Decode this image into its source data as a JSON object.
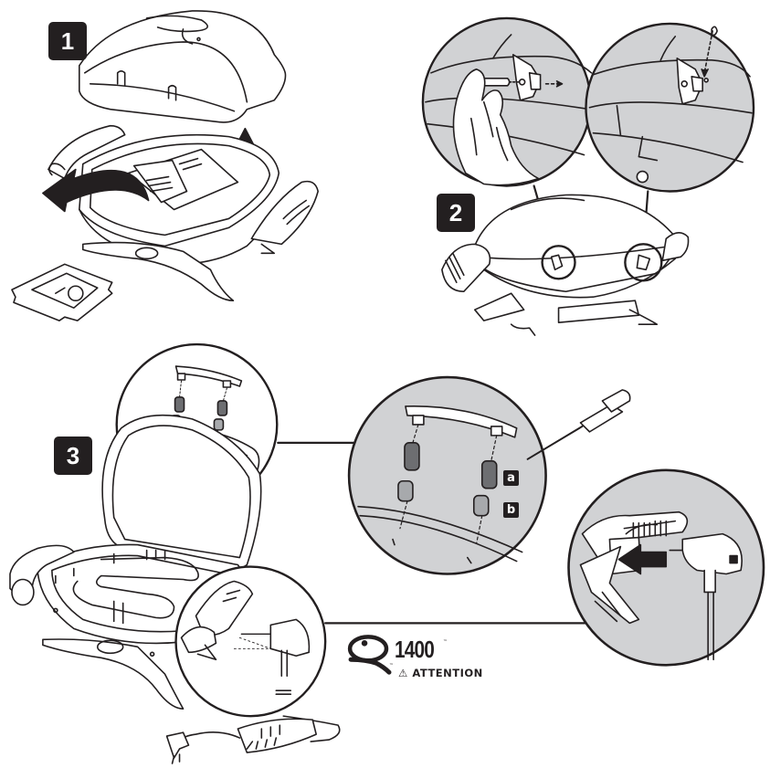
{
  "steps": [
    {
      "number": "1"
    },
    {
      "number": "2"
    },
    {
      "number": "3"
    }
  ],
  "sub_labels": [
    "a",
    "b"
  ],
  "model": {
    "number": "1400",
    "trademark": "™",
    "logo_icon": "q-logo-icon"
  },
  "warning": {
    "icon": "warning-triangle-icon",
    "symbol": "⚠",
    "label": "ATTENTION"
  },
  "colors": {
    "ink": "#231f20",
    "detail_fill": "#d1d2d4",
    "part_dark": "#6d6e71",
    "part_mid": "#a7a9ac"
  }
}
